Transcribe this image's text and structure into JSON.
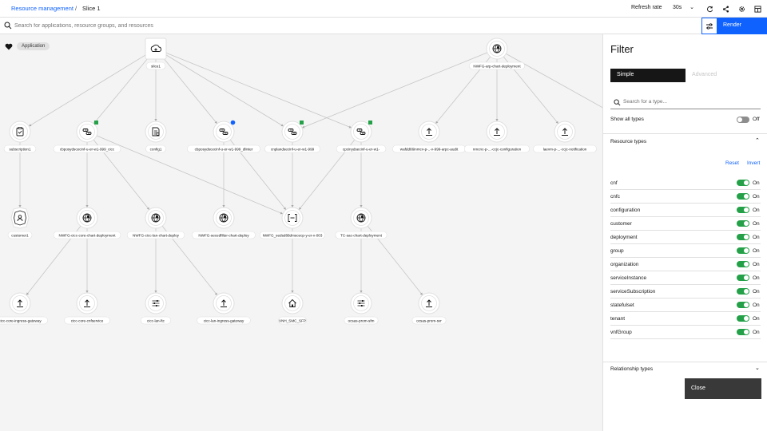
{
  "breadcrumb": {
    "parent": "Resource management",
    "separator": "/",
    "current": "Slice 1"
  },
  "header": {
    "refresh_label": "Refresh rate",
    "refresh_value": "30s",
    "icons": [
      "refresh-icon",
      "share-icon",
      "settings-icon",
      "layout-icon"
    ]
  },
  "search": {
    "placeholder": "Search for applications, resource groups, and resources",
    "render_label": "Render"
  },
  "canvas": {
    "application_tag": "Application",
    "nodes": [
      {
        "id": "slice",
        "label": "slice1",
        "icon": "cloud-upload-icon"
      },
      {
        "id": "nwfg",
        "label": "NWFG-arp-chart-deployment",
        "icon": "globe-icon"
      },
      {
        "id": "subscription",
        "label": "subscription1",
        "icon": "clipboard-check-icon"
      },
      {
        "id": "chain1",
        "label": "cbposydscecinf-u-er-w1-999_cicc",
        "icon": "chain-link-icon",
        "badge": "green"
      },
      {
        "id": "config",
        "label": "config1",
        "icon": "config-doc-icon"
      },
      {
        "id": "chain2",
        "label": "cbposydscecinf-u-er-w1-999_dlinter",
        "icon": "chain-link-icon",
        "badge": "blue"
      },
      {
        "id": "chain3",
        "label": "cnplandsecinf-u-er-w1-999",
        "icon": "chain-link-icon",
        "badge": "green"
      },
      {
        "id": "chain4",
        "label": "cpcinydsecinf-u-er-w1-",
        "icon": "chain-link-icon",
        "badge": "green"
      },
      {
        "id": "up1",
        "label": "wafdd86inmcv-p-..-v-999-arpc-audit",
        "icon": "upload-icon"
      },
      {
        "id": "up2",
        "label": "nmcnc-p-...-ccjc-configuration",
        "icon": "upload-icon"
      },
      {
        "id": "up3",
        "label": "laevm-p-...-ccjc-notification",
        "icon": "upload-icon"
      },
      {
        "id": "customer",
        "label": "customer1",
        "icon": "hexagon-person-icon"
      },
      {
        "id": "g1",
        "label": "NWFG-cicc-core-chart-deployment",
        "icon": "globe-icon"
      },
      {
        "id": "g2",
        "label": "NWFG-cicc-lan-chart-deploy",
        "icon": "globe-icon"
      },
      {
        "id": "g3",
        "label": "NWFG-secedfilter-chart-deploy",
        "icon": "globe-icon"
      },
      {
        "id": "grp",
        "label": "NWFG_sedsd88dmscecp-y-er-v-003",
        "icon": "bracket-group-icon"
      },
      {
        "id": "g4",
        "label": "TC-sac-chart-deployment",
        "icon": "globe-icon"
      },
      {
        "id": "b1",
        "label": "cicc-core-ingress-gateway",
        "icon": "upload-icon"
      },
      {
        "id": "b2",
        "label": "cicc-core-cnfservice",
        "icon": "upload-icon"
      },
      {
        "id": "b3",
        "label": "cicc-lan-ftc",
        "icon": "sliders-icon"
      },
      {
        "id": "b4",
        "label": "cicc-lan-ingress-gateway",
        "icon": "upload-icon"
      },
      {
        "id": "b5",
        "label": "VNH_SMC_SFP",
        "icon": "home-icon"
      },
      {
        "id": "b6",
        "label": "ocsas-prom-sfm",
        "icon": "sliders-icon"
      },
      {
        "id": "b7",
        "label": "ocsas-prom-svr",
        "icon": "upload-icon"
      }
    ]
  },
  "filter": {
    "title": "Filter",
    "mode_simple": "Simple",
    "mode_advanced": "Advanced",
    "type_search_placeholder": "Search for a type...",
    "show_all_label": "Show all types",
    "show_all_state": "Off",
    "resource_types_title": "Resource types",
    "reset_label": "Reset",
    "invert_label": "Invert",
    "types": [
      {
        "name": "cnf",
        "state": "On"
      },
      {
        "name": "cnfc",
        "state": "On"
      },
      {
        "name": "configuration",
        "state": "On"
      },
      {
        "name": "customer",
        "state": "On"
      },
      {
        "name": "deployment",
        "state": "On"
      },
      {
        "name": "group",
        "state": "On"
      },
      {
        "name": "organization",
        "state": "On"
      },
      {
        "name": "serviceInstance",
        "state": "On"
      },
      {
        "name": "serviceSubscription",
        "state": "On"
      },
      {
        "name": "statefulset",
        "state": "On"
      },
      {
        "name": "tenant",
        "state": "On"
      },
      {
        "name": "vnfGroup",
        "state": "On"
      }
    ],
    "relationship_types_title": "Relationship types",
    "close_label": "Close"
  },
  "colors": {
    "accent": "#0f62fe",
    "toggle_on": "#24a148",
    "badge_green": "#24a148",
    "badge_blue": "#0f62fe"
  }
}
